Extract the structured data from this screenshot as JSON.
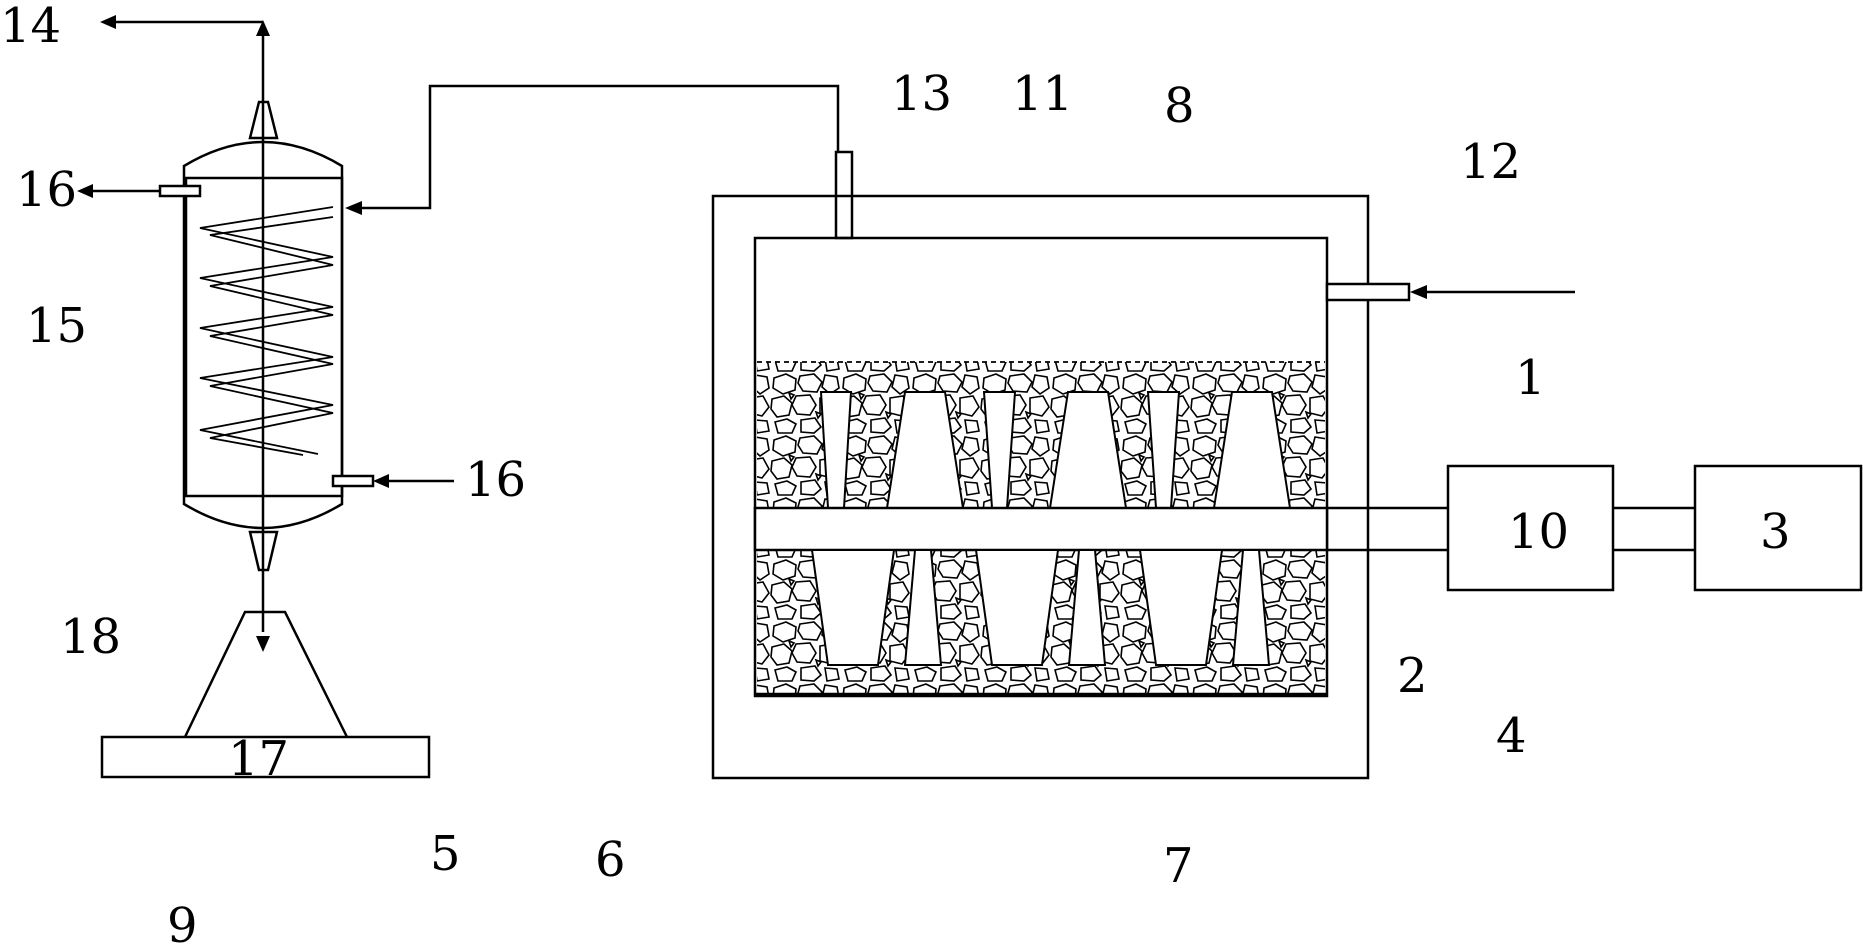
{
  "labels": {
    "l1": "1",
    "l2": "2",
    "l3": "3",
    "l4": "4",
    "l5": "5",
    "l6": "6",
    "l7": "7",
    "l8": "8",
    "l9": "9",
    "l10": "10",
    "l11": "11",
    "l12": "12",
    "l13": "13",
    "l14": "14",
    "l15": "15",
    "l16a": "16",
    "l16b": "16",
    "l17": "17",
    "l18": "18"
  },
  "colors": {
    "ink": "#000000",
    "paper": "#ffffff"
  }
}
